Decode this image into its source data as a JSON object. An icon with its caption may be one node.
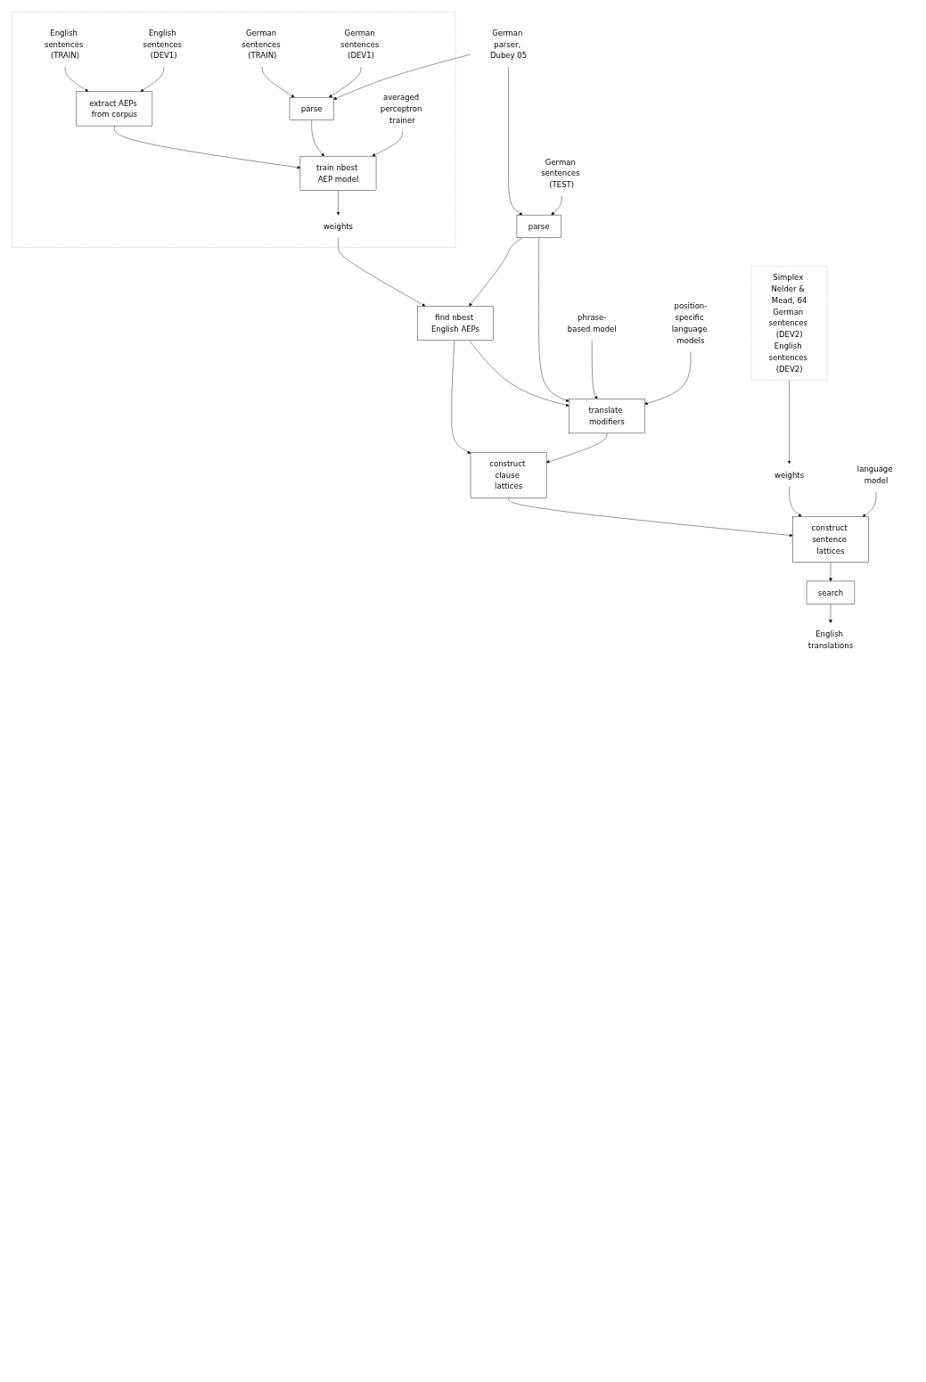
{
  "diagram": {
    "nodes": [
      {
        "text": [],
        "shape": "box"
      },
      {
        "text": [
          "English sentences (TRAIN)"
        ],
        "in": 0
      },
      {
        "text": [
          "English sentences (DEV1)"
        ],
        "in": 0
      },
      {
        "text": [
          "German sentences (TRAIN)"
        ],
        "in": 0
      },
      {
        "text": [
          "German sentences (DEV1)"
        ],
        "in": 0
      },
      {
        "text": [
          "extract AEPs from corpus"
        ],
        "in": 0
      },
      {
        "text": [
          "parse"
        ],
        "in": 0
      },
      {
        "text": [
          "averaged perceptron trainer"
        ],
        "in": 0
      },
      {
        "text": [
          "train nbest AEP model"
        ],
        "in": 0
      },
      {
        "text": [
          "weights"
        ],
        "in": 0
      },
      {
        "text": [
          "German parser, Dubey 05"
        ]
      },
      {
        "text": [
          "German sentences (TEST)"
        ]
      },
      {
        "text": [
          "parse"
        ]
      },
      {
        "text": [
          "find nbest English AEPs"
        ]
      },
      {
        "text": [
          "phrase-based model"
        ]
      },
      {
        "text": [
          "position-specific language models"
        ]
      },
      {
        "text": [
          "translate modifiers"
        ]
      },
      {
        "text": [
          "construct clause lattices"
        ]
      },
      {
        "text": [
          "construct sentence lattices"
        ]
      },
      {
        "text": [
          "search"
        ]
      },
      {
        "text": [
          "English translations"
        ]
      },
      {
        "text": [
          "weights"
        ]
      },
      {
        "text": [
          "language model"
        ]
      },
      {
        "text": [
          "Simplex Nelder & Mead, 64",
          "German sentences (DEV2)",
          "English sentences (DEV2)"
        ]
      }
    ],
    "edges": [
      {
        "from": 1,
        "to": 5,
        "arrow": "to"
      },
      {
        "from": 2,
        "to": 5,
        "arrow": "to"
      },
      {
        "from": 3,
        "to": 6,
        "arrow": "to"
      },
      {
        "from": 4,
        "to": 6,
        "arrow": "to"
      },
      {
        "from": 5,
        "to": 8,
        "arrow": "to"
      },
      {
        "from": 6,
        "to": 8,
        "arrow": "to"
      },
      {
        "from": 7,
        "to": 8,
        "arrow": "to"
      },
      {
        "from": 8,
        "to": 9,
        "arrow": "to"
      },
      {
        "from": 10,
        "to": 6,
        "arrow": "to"
      },
      {
        "from": 10,
        "to": 12,
        "arrow": "to"
      },
      {
        "from": 9,
        "to": 13,
        "arrow": "to"
      },
      {
        "from": 11,
        "to": 12,
        "arrow": "to"
      },
      {
        "from": 12,
        "to": 13,
        "arrow": "to"
      },
      {
        "from": 13,
        "to": 16,
        "arrow": "to"
      },
      {
        "from": 12,
        "to": 16,
        "arrow": "to"
      },
      {
        "from": 14,
        "to": 16,
        "arrow": "to"
      },
      {
        "from": 15,
        "to": 16,
        "arrow": "to"
      },
      {
        "from": 13,
        "to": 17,
        "arrow": "to"
      },
      {
        "from": 16,
        "to": 17,
        "arrow": "to"
      },
      {
        "from": 17,
        "to": 18,
        "arrow": "to"
      },
      {
        "from": 18,
        "to": 19,
        "arrow": "to"
      },
      {
        "from": 19,
        "to": 20,
        "arrow": "to"
      },
      {
        "from": 21,
        "to": 18,
        "arrow": "to"
      },
      {
        "from": 22,
        "to": 18,
        "arrow": "to"
      },
      {
        "from": 23,
        "to": 21,
        "arrow": "to"
      }
    ]
  }
}
